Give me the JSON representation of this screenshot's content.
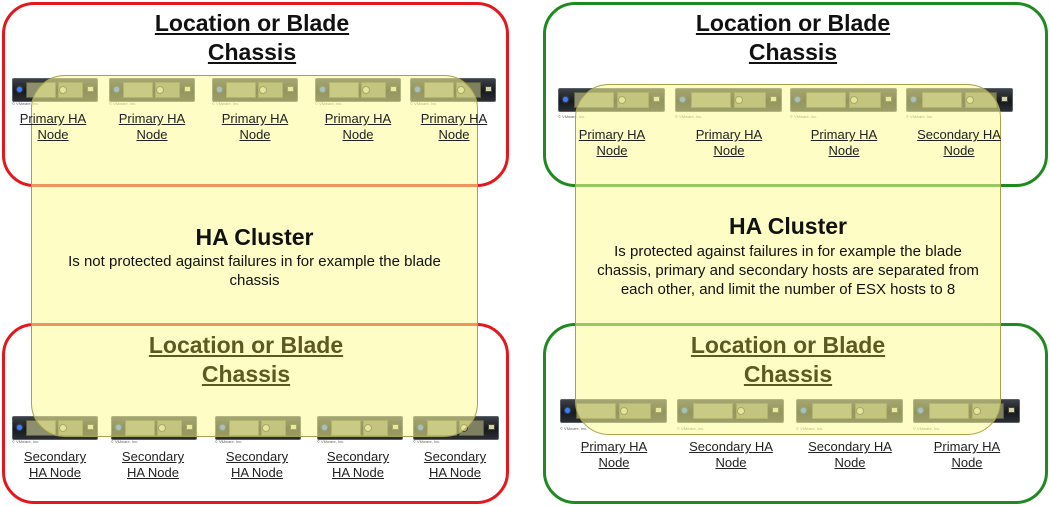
{
  "panels": [
    {
      "border_color": "#e3171c",
      "top_box": {
        "title_line1": "Location or Blade",
        "title_line2": "Chassis",
        "server_copyright": "© VMware, Inc.",
        "nodes": [
          {
            "line1": "Primary HA",
            "line2": "Node"
          },
          {
            "line1": "Primary HA",
            "line2": "Node"
          },
          {
            "line1": "Primary HA",
            "line2": "Node"
          },
          {
            "line1": "Primary HA",
            "line2": "Node"
          },
          {
            "line1": "Primary HA",
            "line2": "Node"
          }
        ]
      },
      "cluster": {
        "title": "HA Cluster",
        "description_lines": [
          "Is not protected against failures in for example the blade",
          "chassis"
        ]
      },
      "bottom_box": {
        "title_line1": "Location or Blade",
        "title_line2": "Chassis",
        "server_copyright": "© VMware, Inc.",
        "nodes": [
          {
            "line1": "Secondary",
            "line2": "HA Node"
          },
          {
            "line1": "Secondary",
            "line2": "HA Node"
          },
          {
            "line1": "Secondary",
            "line2": "HA Node"
          },
          {
            "line1": "Secondary",
            "line2": "HA Node"
          },
          {
            "line1": "Secondary",
            "line2": "HA Node"
          }
        ]
      }
    },
    {
      "border_color": "#1f8a1f",
      "top_box": {
        "title_line1": "Location or Blade",
        "title_line2": "Chassis",
        "server_copyright": "© VMware, Inc.",
        "nodes": [
          {
            "line1": "Primary HA",
            "line2": "Node"
          },
          {
            "line1": "Primary HA",
            "line2": "Node"
          },
          {
            "line1": "Primary HA",
            "line2": "Node"
          },
          {
            "line1": "Secondary HA",
            "line2": "Node"
          }
        ]
      },
      "cluster": {
        "title": "HA Cluster",
        "description_lines": [
          "Is protected against failures in for example the blade",
          "chassis, primary and secondary hosts are separated from",
          "each other, and limit the number of ESX hosts to 8"
        ]
      },
      "bottom_box": {
        "title_line1": "Location or Blade",
        "title_line2": "Chassis",
        "server_copyright": "© VMware, Inc.",
        "nodes": [
          {
            "line1": "Primary HA",
            "line2": "Node"
          },
          {
            "line1": "Secondary HA",
            "line2": "Node"
          },
          {
            "line1": "Secondary HA",
            "line2": "Node"
          },
          {
            "line1": "Primary HA",
            "line2": "Node"
          }
        ]
      }
    }
  ],
  "colors": {
    "overlay_fill": "#fbfb96",
    "overlay_border": "#a7a34a",
    "bay_fill": "#8d8e6d",
    "led": "#3b7cff"
  }
}
